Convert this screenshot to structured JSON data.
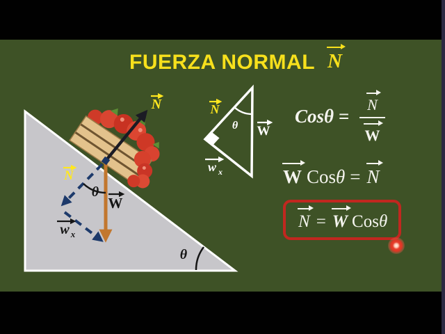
{
  "title": {
    "text": "FUERZA NORMAL",
    "vector_symbol": "N"
  },
  "incline_diagram": {
    "normal_label": "N",
    "normal_component_label": "N",
    "weight_label": "W",
    "wx_label_base": "w",
    "wx_label_sub": "x",
    "angle_between_label": "θ",
    "incline_angle_label": "θ"
  },
  "force_triangle": {
    "normal_label": "N",
    "weight_label": "W",
    "wx_label_base": "w",
    "wx_label_sub": "x",
    "angle_label": "θ"
  },
  "equations": {
    "eq1": {
      "cos": "Cos",
      "theta": "θ",
      "equals": "=",
      "numerator": "N",
      "denominator": "W"
    },
    "eq2": {
      "weight": "W",
      "cos": "Cos",
      "theta": "θ",
      "equals": "=",
      "normal": "N"
    },
    "eq3": {
      "normal": "N",
      "equals": "=",
      "weight": "W",
      "cos": "Cos",
      "theta": "θ"
    }
  },
  "colors": {
    "background_green": "#3e5226",
    "letterbox_black": "#010101",
    "right_edge_strip": "#2c2942",
    "title_yellow": "#f7e01c",
    "label_yellow": "#ffe71f",
    "incline_gray": "#c7c6ca",
    "white": "#ffffff",
    "normal_arrow_black": "#1b1b24",
    "weight_arrow_orange": "#c2772e",
    "component_arrow_navy": "#1d3a6b",
    "diagram_label_dark": "#151515",
    "highlight_box_red": "#c1271f",
    "laser_pointer_red": "#e8432e"
  }
}
